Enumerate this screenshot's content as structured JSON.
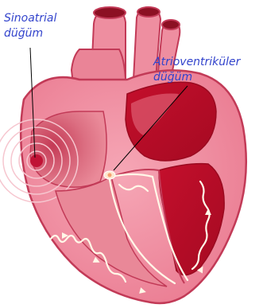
{
  "labels": {
    "sinoatrial": [
      "Sinoatrial",
      "düğüm"
    ],
    "atrioventricular": [
      "Atrioventriküler",
      "düğüm"
    ]
  },
  "colors": {
    "label_text": "#3344cc",
    "heart_outer": "#f28ca0",
    "heart_outline": "#c23a57",
    "left_chamber": "#c8112e",
    "right_atrium": "#e57c8c",
    "right_ventricle": "#e98898",
    "vessel_inner": "#8c1023",
    "conduction_path": "#fff8e8",
    "sa_node": "#c01335"
  },
  "icons": [
    "heart-illustration",
    "conduction-pathway",
    "sinoatrial-node-icon",
    "av-node-icon"
  ]
}
